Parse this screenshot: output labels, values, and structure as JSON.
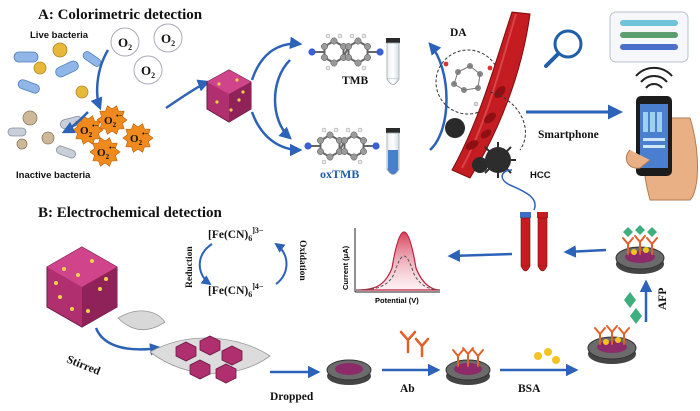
{
  "section_a": {
    "title": "A: Colorimetric detection",
    "live_bacteria": "Live bacteria",
    "inactive_bacteria": "Inactive bacteria",
    "oxygen": "O",
    "oxygen_sub": "2",
    "superoxide": "O",
    "superoxide_sub": "2",
    "superoxide_sup": "•−",
    "tmb": "TMB",
    "oxtmb": "oxTMB",
    "da": "DA",
    "smartphone": "Smartphone",
    "hcc": "HCC"
  },
  "section_b": {
    "title": "B: Electrochemical detection",
    "redox_top": "[Fe(CN)",
    "redox_top_sub": "6",
    "redox_top_sup": "]3−",
    "redox_bottom": "[Fe(CN)",
    "redox_bottom_sub": "6",
    "redox_bottom_sup": "]4−",
    "reduction": "Reduction",
    "oxidation": "Oxidation",
    "y_axis": "Current (μA)",
    "x_axis": "Potential (V)",
    "stirred": "Stirred",
    "dropped": "Dropped",
    "ab": "Ab",
    "bsa": "BSA",
    "afp": "AFP"
  },
  "colors": {
    "arrow_blue": "#2c62b8",
    "nanozyme_magenta": "#b0306f",
    "superoxide_orange": "#f08a1c",
    "blood_red": "#c41c20",
    "antibody_orange": "#e0612a",
    "afp_green": "#3fae7e"
  }
}
